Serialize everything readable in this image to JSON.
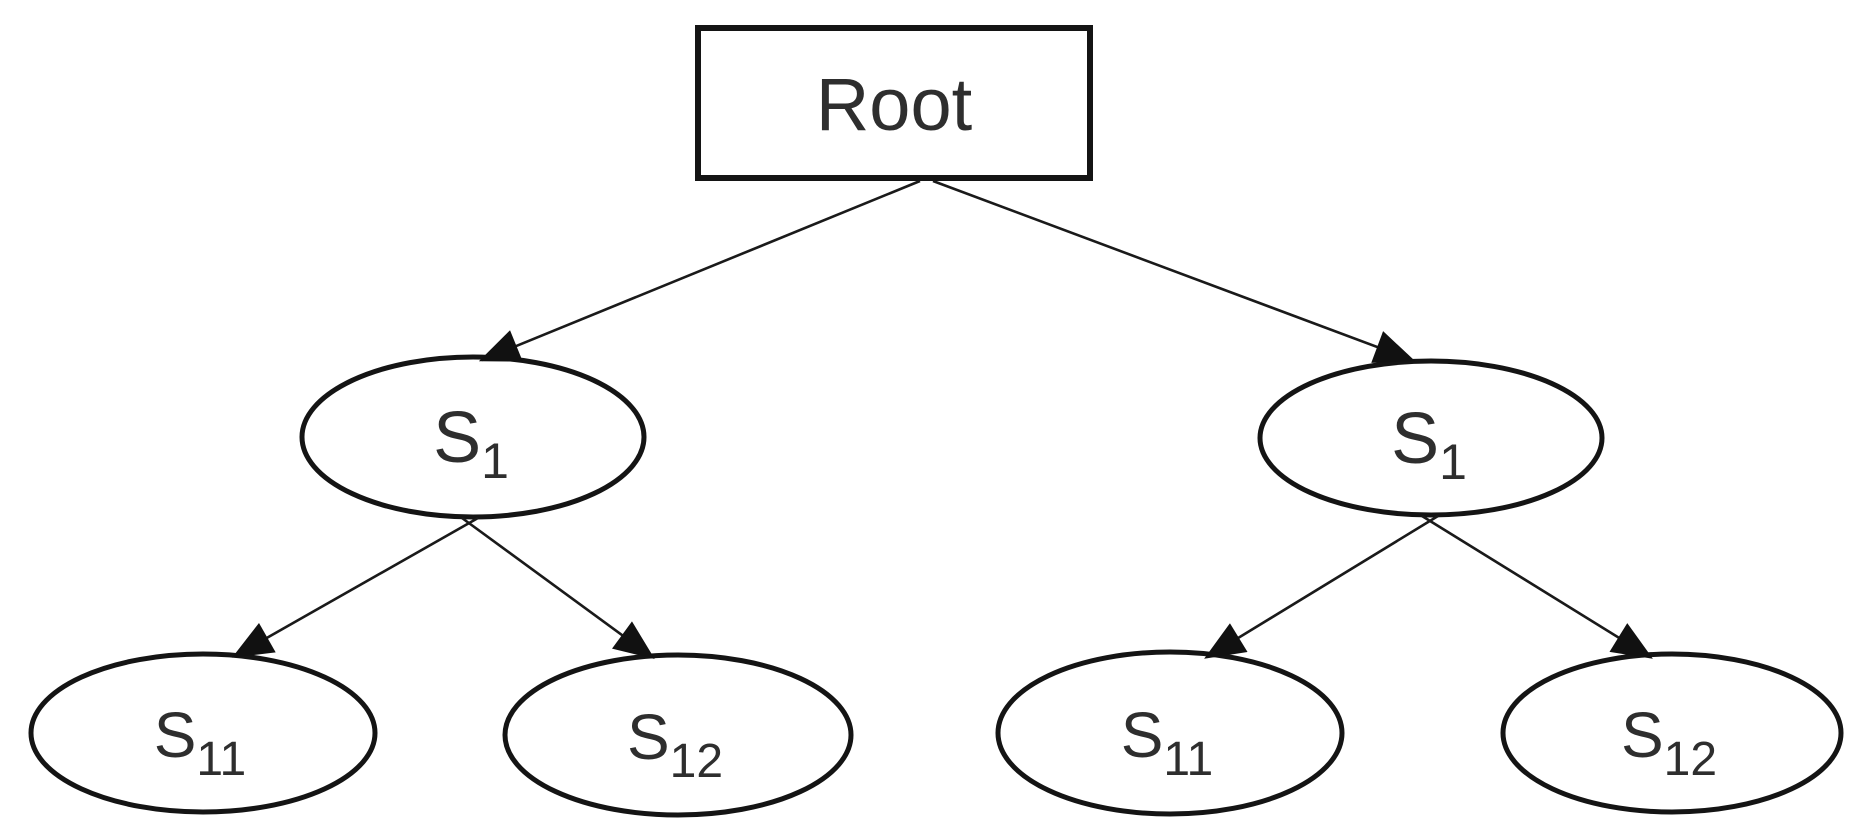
{
  "diagram": {
    "type": "tree",
    "description": "Binary tree with a rectangular Root node and two identical subtrees of ellipse nodes",
    "colors": {
      "background": "#ffffff",
      "node_stroke": "#141414",
      "edge_stroke": "#1a1a1a",
      "text": "#2e2e2e"
    },
    "root": {
      "id": "root",
      "label": "Root",
      "shape": "rectangle"
    },
    "level1": [
      {
        "id": "s1-left",
        "label_base": "S",
        "label_sub": "1",
        "shape": "ellipse"
      },
      {
        "id": "s1-right",
        "label_base": "S",
        "label_sub": "1",
        "shape": "ellipse"
      }
    ],
    "level2": [
      {
        "id": "s11-left",
        "label_base": "S",
        "label_sub": "11",
        "shape": "ellipse"
      },
      {
        "id": "s12-left",
        "label_base": "S",
        "label_sub": "12",
        "shape": "ellipse"
      },
      {
        "id": "s11-right",
        "label_base": "S",
        "label_sub": "11",
        "shape": "ellipse"
      },
      {
        "id": "s12-right",
        "label_base": "S",
        "label_sub": "12",
        "shape": "ellipse"
      }
    ],
    "edges": [
      {
        "from": "root",
        "to": "s1-left",
        "arrow": "filled-triangle"
      },
      {
        "from": "root",
        "to": "s1-right",
        "arrow": "filled-triangle"
      },
      {
        "from": "s1-left",
        "to": "s11-left",
        "arrow": "filled-triangle"
      },
      {
        "from": "s1-left",
        "to": "s12-left",
        "arrow": "filled-triangle"
      },
      {
        "from": "s1-right",
        "to": "s11-right",
        "arrow": "filled-triangle"
      },
      {
        "from": "s1-right",
        "to": "s12-right",
        "arrow": "filled-triangle"
      }
    ]
  }
}
